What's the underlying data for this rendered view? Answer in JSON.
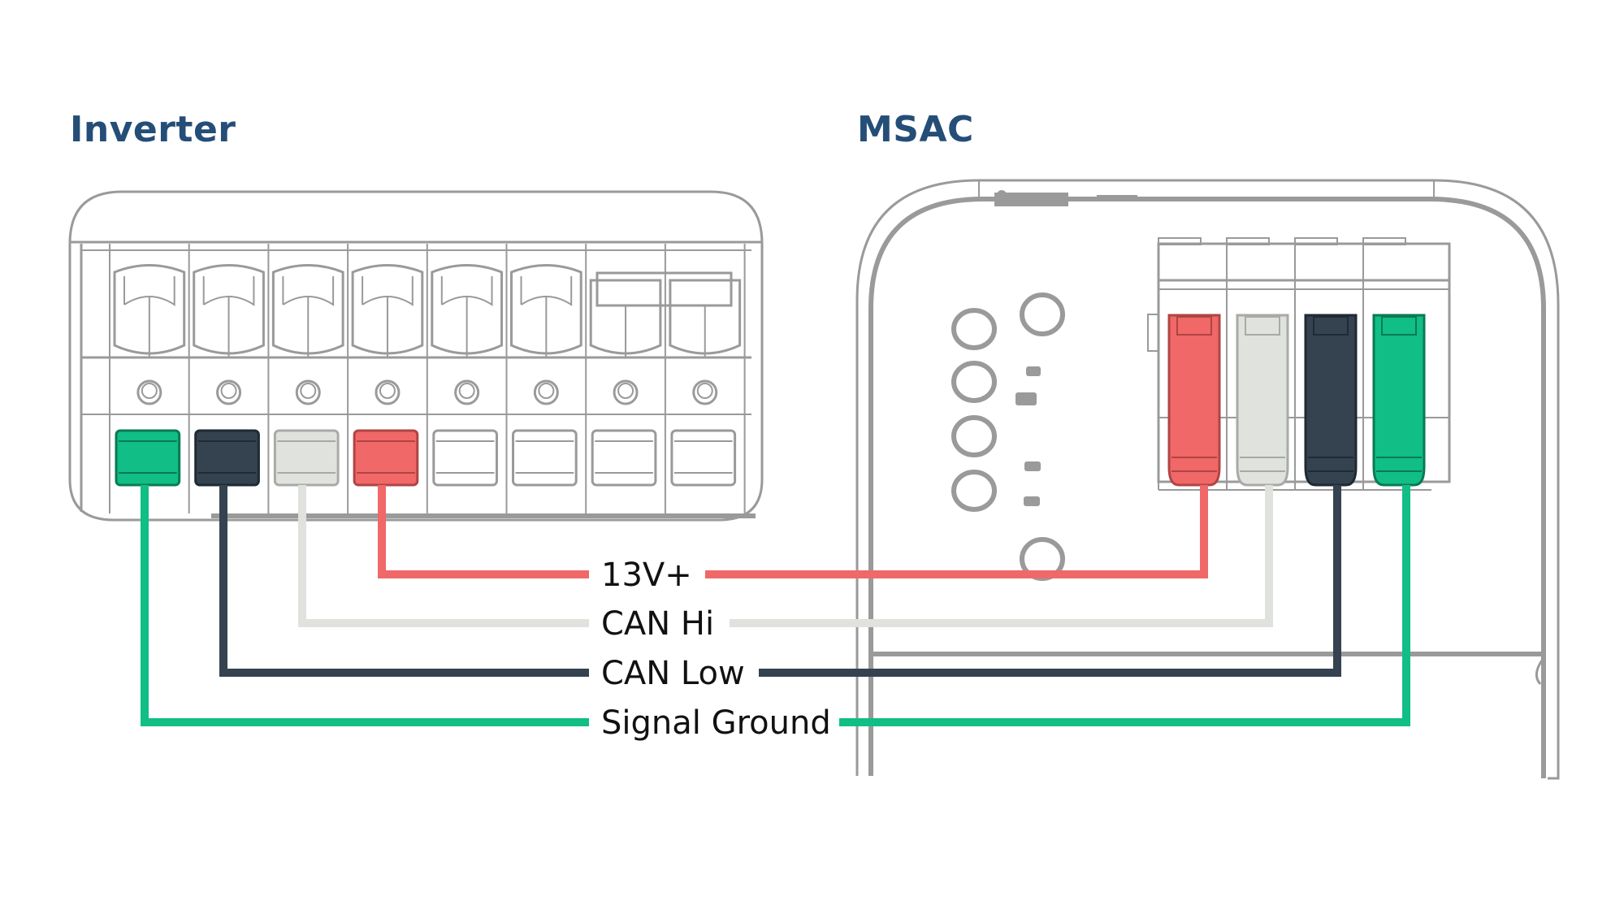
{
  "devices": {
    "inverter": {
      "title": "Inverter",
      "terminal_count": 8,
      "connected_terminals": [
        "green",
        "dark",
        "light",
        "red"
      ]
    },
    "msac": {
      "title": "MSAC",
      "terminal_count": 4,
      "connected_terminals": [
        "red",
        "light",
        "dark",
        "green"
      ]
    }
  },
  "wires": [
    {
      "id": "v13",
      "label": "13V+",
      "color": "#f06868"
    },
    {
      "id": "canhi",
      "label": "CAN Hi",
      "color": "#e0e2de"
    },
    {
      "id": "canlow",
      "label": "CAN Low",
      "color": "#34434f"
    },
    {
      "id": "sgnd",
      "label": "Signal Ground",
      "color": "#10be86"
    }
  ],
  "colors": {
    "title": "#244e78",
    "outline": "#9a9a9a",
    "label_text": "#111111"
  }
}
